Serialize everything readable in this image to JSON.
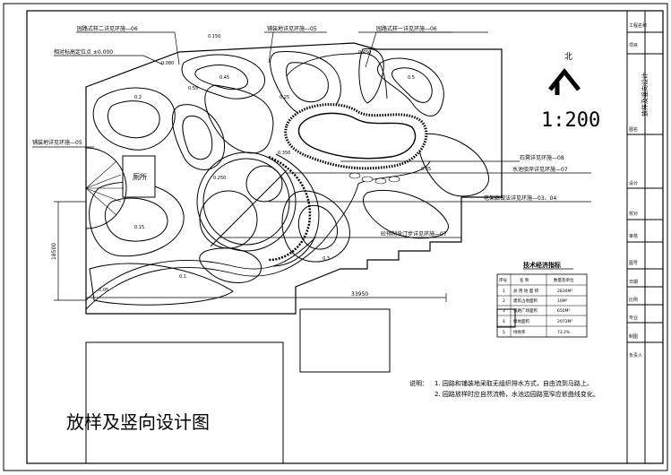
{
  "drawing": {
    "title": "放样及竖向设计图",
    "scale": "1:200",
    "north": "北"
  },
  "callouts": {
    "paving_road_2": "园路式样二详见环施—06",
    "paving_05_top": "铺装地详见环施—05",
    "paving_road_1": "园路式样一详见环施—06",
    "relative_elev": "相对标高定位点 ±0.000",
    "paving_05_left": "铺装地详见环施—05",
    "stone_bench": "石凳详见环施—08",
    "pond": "水池驳岸详见环施—07",
    "pergola": "花架廊做法详见环施—03、04",
    "stepping_stone": "砼预制块汀步详见环施—07"
  },
  "labels": {
    "toilet": "厕所"
  },
  "dimensions": {
    "width": "33950",
    "height": "18500"
  },
  "contour_labels": [
    "0.150",
    "0.080",
    "0.1",
    "0.15",
    "0.2",
    "0.25",
    "0.3",
    "0.35",
    "0.45",
    "0.5",
    "0.55",
    "0.250",
    "0.450",
    "0.350",
    "0.05"
  ],
  "tech_table": {
    "title": "技术经济指标",
    "headers": [
      "序号",
      "名 称",
      "数量及单位"
    ],
    "rows": [
      [
        "1",
        "总 用 地 面 积",
        "2830M²"
      ],
      [
        "2",
        "建筑占地面积",
        "16M²"
      ],
      [
        "3",
        "道路广场面积",
        "650M²"
      ],
      [
        "4",
        "绿地面积",
        "2073M²"
      ],
      [
        "5",
        "绿地率",
        "73.2%"
      ]
    ]
  },
  "notes": {
    "prefix": "说明：",
    "n1": "1. 园路和铺装地采取无组织排水方式，自由流到马路上。",
    "n2": "2. 园路放样时应自然流畅，水池边园路宽窄应依曲线变化。"
  },
  "title_block": {
    "project": "放样及竖向设计",
    "cells": [
      "工程名称",
      "项目",
      "图名",
      "设计",
      "校对",
      "审核",
      "图号",
      "日期",
      "比例",
      "专业",
      "制图",
      "负责人"
    ]
  }
}
